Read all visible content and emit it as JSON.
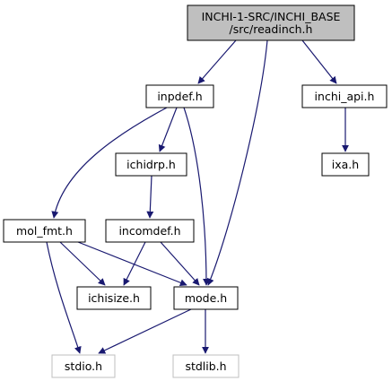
{
  "graph": {
    "nodes": [
      {
        "id": "readinch",
        "lines": [
          "INCHI-1-SRC/INCHI_BASE",
          "/src/readinch.h"
        ],
        "style": "root"
      },
      {
        "id": "inpdef",
        "lines": [
          "inpdef.h"
        ],
        "style": "normal"
      },
      {
        "id": "inchi_api",
        "lines": [
          "inchi_api.h"
        ],
        "style": "normal"
      },
      {
        "id": "ichidrp",
        "lines": [
          "ichidrp.h"
        ],
        "style": "normal"
      },
      {
        "id": "ixa",
        "lines": [
          "ixa.h"
        ],
        "style": "normal"
      },
      {
        "id": "mol_fmt",
        "lines": [
          "mol_fmt.h"
        ],
        "style": "normal"
      },
      {
        "id": "incomdef",
        "lines": [
          "incomdef.h"
        ],
        "style": "normal"
      },
      {
        "id": "ichisize",
        "lines": [
          "ichisize.h"
        ],
        "style": "normal"
      },
      {
        "id": "mode",
        "lines": [
          "mode.h"
        ],
        "style": "normal"
      },
      {
        "id": "stdio",
        "lines": [
          "stdio.h"
        ],
        "style": "external"
      },
      {
        "id": "stdlib",
        "lines": [
          "stdlib.h"
        ],
        "style": "external"
      }
    ],
    "edges": [
      {
        "from": "readinch",
        "to": "inpdef"
      },
      {
        "from": "readinch",
        "to": "mode"
      },
      {
        "from": "readinch",
        "to": "inchi_api"
      },
      {
        "from": "inpdef",
        "to": "ichidrp"
      },
      {
        "from": "inpdef",
        "to": "mol_fmt"
      },
      {
        "from": "inpdef",
        "to": "mode"
      },
      {
        "from": "inchi_api",
        "to": "ixa"
      },
      {
        "from": "ichidrp",
        "to": "incomdef"
      },
      {
        "from": "mol_fmt",
        "to": "ichisize"
      },
      {
        "from": "mol_fmt",
        "to": "mode"
      },
      {
        "from": "mol_fmt",
        "to": "stdio"
      },
      {
        "from": "incomdef",
        "to": "ichisize"
      },
      {
        "from": "incomdef",
        "to": "mode"
      },
      {
        "from": "mode",
        "to": "stdio"
      },
      {
        "from": "mode",
        "to": "stdlib"
      }
    ],
    "colors": {
      "edge": "#191970",
      "root_fill": "#bfbfbf",
      "root_border": "#000000",
      "node_fill": "#ffffff",
      "node_border": "#000000",
      "external_border": "#bfbfbf",
      "external_text": "#000000"
    }
  }
}
